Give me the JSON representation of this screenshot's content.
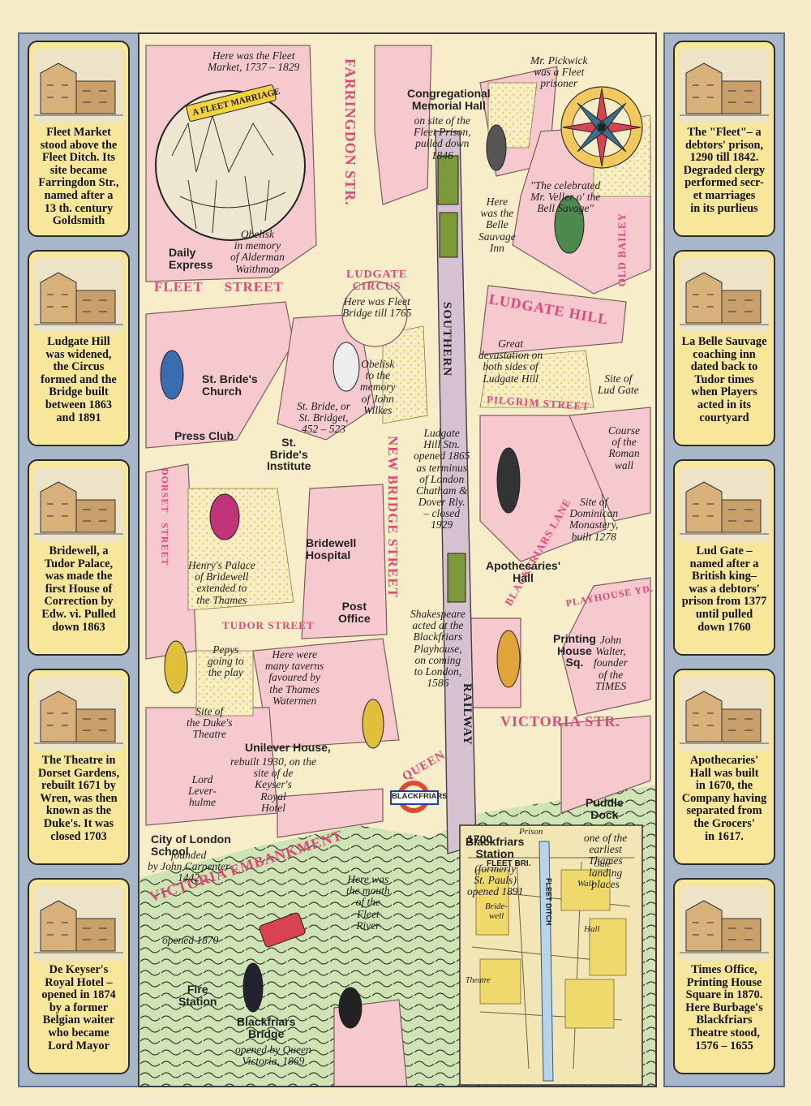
{
  "colors": {
    "paper": "#f6ecc8",
    "block_pink": "#f6c9cf",
    "street_label": "#e2457a",
    "water_green": "#cfe3b5",
    "panel_yellow": "#f8e79b",
    "frame_blue": "#a7b6c9",
    "dots_yellow": "#f0e07a"
  },
  "left_panels": [
    {
      "caption": "Fleet Market\nstood above the\nFleet Ditch. Its\nsite became\nFarringdon Str.,\nnamed after a\n13 th. century\nGoldsmith",
      "picture": "fleet-market-picture"
    },
    {
      "caption": "Ludgate Hill\nwas widened,\nthe Circus\nformed and the\nBridge built\nbetween 1863\nand 1891",
      "picture": "ludgate-hill-picture"
    },
    {
      "caption": "Bridewell, a\nTudor Palace,\nwas made the\nfirst House of\nCorrection by\nEdw. vi. Pulled\ndown 1863",
      "picture": "bridewell-picture"
    },
    {
      "caption": "The Theatre in\nDorset Gardens,\nrebuilt 1671 by\nWren, was then\nknown as the\nDuke's. It was\nclosed 1703",
      "picture": "dorset-theatre-picture"
    },
    {
      "caption": "De Keyser's\nRoyal Hotel –\nopened in 1874\nby a former\nBelgian waiter\nwho became\nLord Mayor",
      "picture": "royal-hotel-picture"
    }
  ],
  "right_panels": [
    {
      "caption": "The \"Fleet\"– a\ndebtors' prison,\n1290 till 1842.\nDegraded clergy\nperformed secr-\net marriages\nin its purlieus",
      "picture": "fleet-prison-picture"
    },
    {
      "caption": "La Belle Sauvage\ncoaching inn\ndated back to\nTudor times\nwhen Players\nacted in its\ncourtyard",
      "picture": "belle-sauvage-picture"
    },
    {
      "caption": "Lud Gate –\nnamed after a\nBritish king–\nwas a debtors'\nprison from 1377\nuntil pulled\ndown 1760",
      "picture": "lud-gate-picture"
    },
    {
      "caption": "Apothecaries'\nHall was built\nin 1670, the\nCompany having\nseparated from\nthe Grocers'\nin 1617.",
      "picture": "apothecaries-hall-picture"
    },
    {
      "caption": "Times Office,\nPrinting House\nSquare in 1870.\nHere Burbage's\nBlackfriars\nTheatre stood,\n1576 – 1655",
      "picture": "times-office-picture"
    }
  ],
  "streets": {
    "farringdon": "FARRINGDON STR.",
    "fleet": "FLEET     STREET",
    "ludgate_circus": "LUDGATE\nCIRCUS",
    "ludgate_hill": "LUDGATE HILL",
    "old_bailey": "OLD BAILEY",
    "pilgrim": "PILGRIM STREET",
    "new_bridge": "NEW BRIDGE STREET",
    "dorset": "DORSET   STREET",
    "tudor": "TUDOR STREET",
    "blackfriars_lane": "BLACKFRIARS LANE",
    "playhouse": "PLAYHOUSE YD.",
    "victoria_str": "VICTORIA STR.",
    "queen": "QUEEN",
    "embankment": "VICTORIA EMBANKMENT",
    "southern_railway": "SOUTHERN",
    "railway": "RAILWAY"
  },
  "buildings": {
    "daily_express": "Daily\nExpress",
    "st_brides_church": "St. Bride's\nChurch",
    "press_club": "Press Club",
    "st_brides_institute": "St.\nBride's\nInstitute",
    "bridewell_hospital": "Bridewell\nHospital",
    "post_office": "Post\nOffice",
    "apothecaries_hall": "Apothecaries'\nHall",
    "printing_house_sq": "Printing\nHouse\nSq.",
    "puddle_dock": "Puddle\nDock",
    "city_school": "City of London\nSchool",
    "fire_station": "Fire\nStation",
    "blackfriars_bridge": "Blackfriars\nBridge",
    "blackfriars_station": "Blackfriars\nStation",
    "congregational": "Congregational\nMemorial Hall",
    "unilever": "Unilever House,",
    "underground_sign": "BLACKFRIARS"
  },
  "notes": {
    "fleet_market": "Here was the Fleet\nMarket, 1737 – 1829",
    "fleet_marriage": "A FLEET MARRIAGE",
    "obelisk_waithman": "Obelisk\nin memory\nof Alderman\nWaithman",
    "congregational": "on site of the\nFleet Prison,\npulled down\n1846",
    "pickwick": "Mr. Pickwick\nwas a Fleet\nprisoner",
    "veller": "\"The celebrated\nMr. Veller o' the\nBell Savage\"",
    "belle_sauvage": "Here\nwas the\nBelle\nSauvage\nInn",
    "fleet_bridge": "Here was Fleet\nBridge till 1765",
    "obelisk_wilkes": "Obelisk\nto the\nmemory\nof John\nWilkes",
    "devastation": "Great\ndevastation on\nboth sides of\nLudgate Hill",
    "lud_gate": "Site of\nLud Gate",
    "st_bride": "St. Bride, or\nSt. Bridget,\n452 – 523",
    "roman_wall": "Course\nof the\nRoman\nwall",
    "ludgate_stn": "Ludgate\nHill Stn.\nopened 1865\nas terminus\nof London\nChatham &\nDover Rly.\n– closed\n1929",
    "dominican": "Site of\nDominican\nMonastery,\nbuilt 1278",
    "henrys_palace": "Henry's Palace\nof Bridewell\nextended to\nthe Thames",
    "shakespeare": "Shakespeare\nacted at the\nBlackfriars\nPlayhouse,\non coming\nto London,\n1586",
    "john_walter": "John\nWalter,\nfounder\nof the\nTIMES",
    "pepys": "Pepys\ngoing to\nthe play",
    "dukes_theatre": "Site of\nthe Duke's\nTheatre",
    "taverns": "Here were\nmany taverns\nfavoured by\nthe Thames\nWatermen",
    "unilever": "rebuilt 1930, on the\nsite of de\nKeyser's\nRoyal\nHotel",
    "leverhulme": "Lord\nLever-\nhulme",
    "city_school": "founded\nby John Carpenter\n1442",
    "fleet_mouth": "Here was\nthe mouth\nof the\nFleet\nRiver",
    "embankment": "opened 1870",
    "bridge": "opened by Queen\nVictoria, 1869",
    "station": "(formerly\nSt. Pauls)\nopened 1891",
    "puddle_dock": "one of the\nearliest\nThames\nlanding\nplaces",
    "inset_year": "1700",
    "inset_prison": "Prison",
    "inset_fleet_bri": "FLEET BRI.",
    "inset_gate": "Gate",
    "inset_fleet_ditch": "FLEET DITCH",
    "inset_wall": "Wall",
    "inset_bridewell": "Bride-\nwell",
    "inset_hall": "Hall",
    "inset_theatre": "Theatre"
  }
}
